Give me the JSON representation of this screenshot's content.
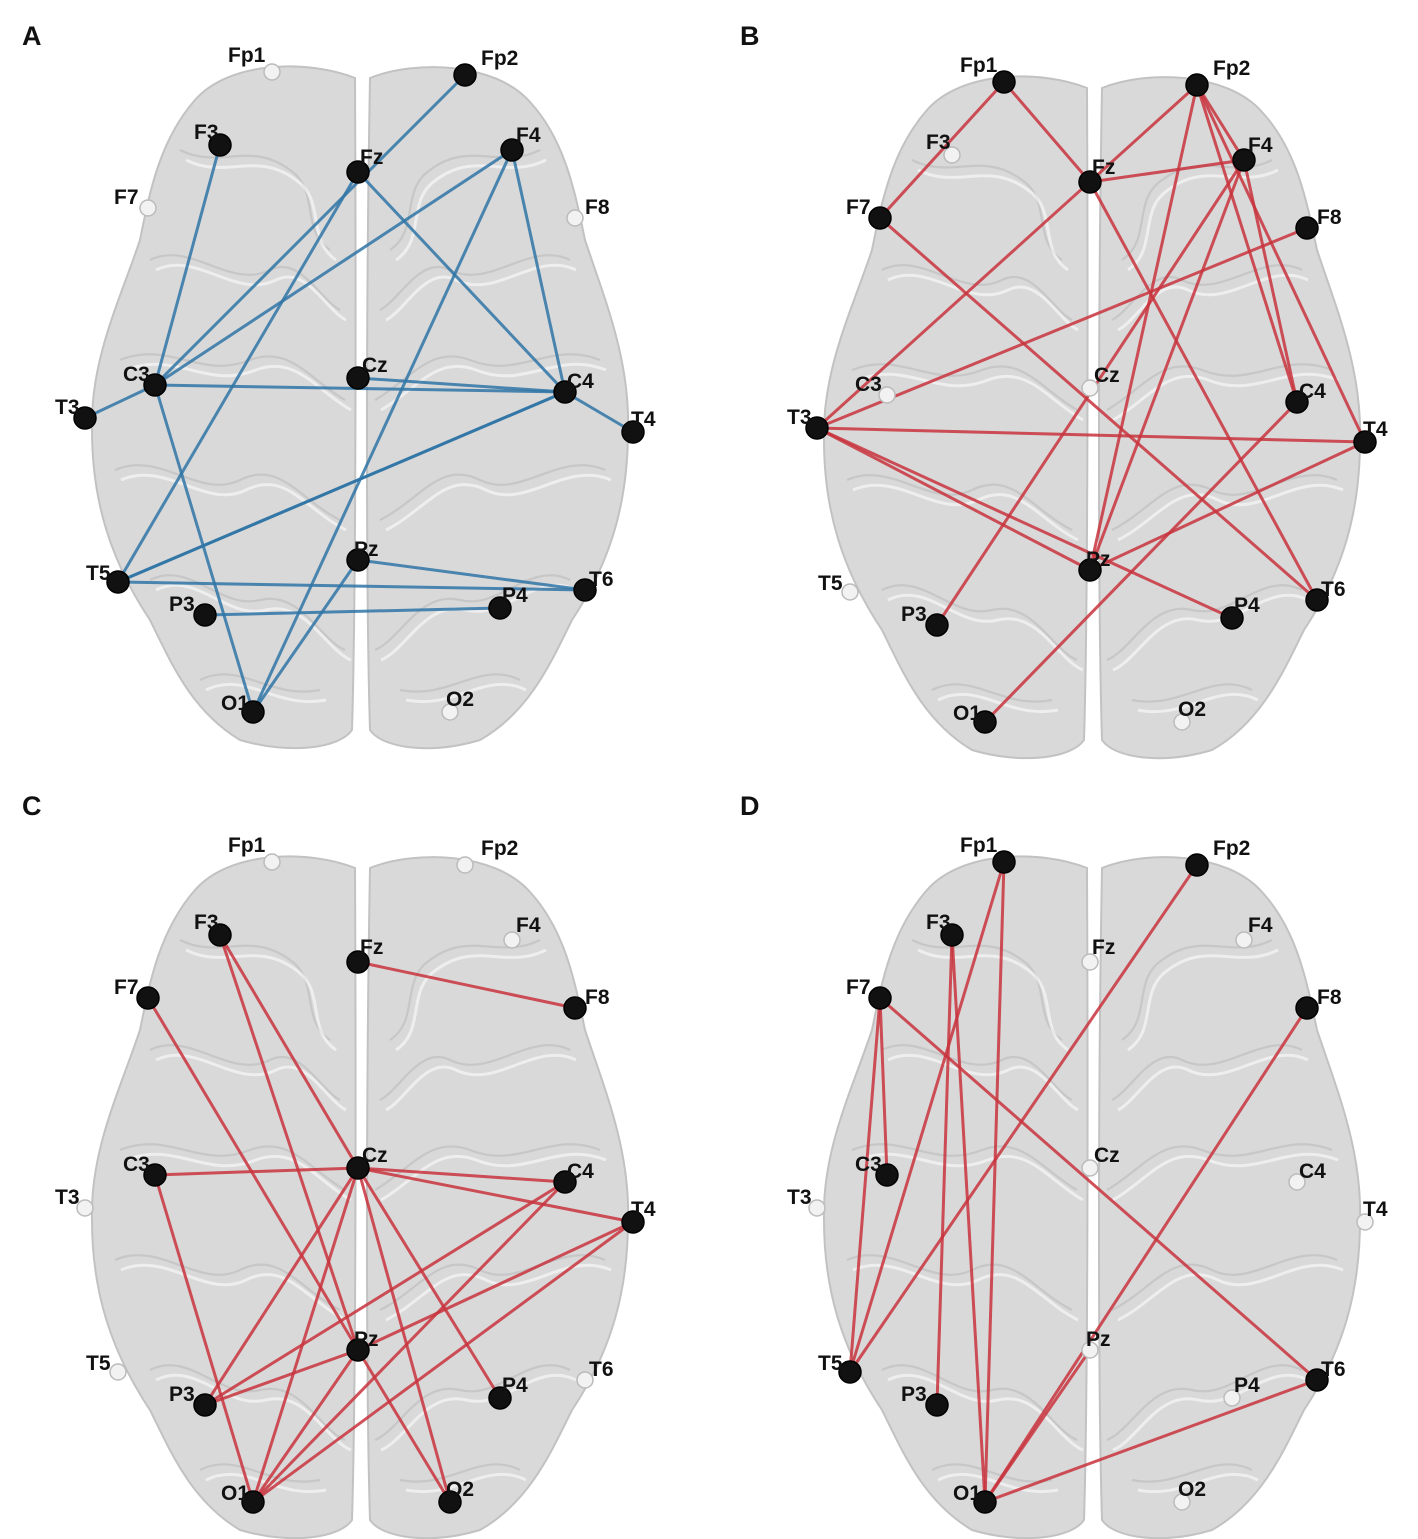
{
  "colors": {
    "blue_edge": "#2f74a6",
    "red_edge": "#c8323c",
    "active_node": "#111111",
    "inactive_node": "#f2f2f2"
  },
  "panels": [
    {
      "letter": "A",
      "edge_color": "blue",
      "active": [
        "Fp2",
        "F3",
        "Fz",
        "F4",
        "C3",
        "Cz",
        "C4",
        "T3",
        "T4",
        "T5",
        "Pz",
        "T6",
        "P3",
        "P4",
        "O1"
      ],
      "edges": [
        [
          "Fp2",
          "C3"
        ],
        [
          "F3",
          "C3"
        ],
        [
          "Fz",
          "C4"
        ],
        [
          "Fz",
          "T5"
        ],
        [
          "F4",
          "C3"
        ],
        [
          "F4",
          "C4"
        ],
        [
          "F4",
          "O1"
        ],
        [
          "T3",
          "C3"
        ],
        [
          "C3",
          "C4"
        ],
        [
          "C3",
          "O1"
        ],
        [
          "C4",
          "T4"
        ],
        [
          "C4",
          "T5"
        ],
        [
          "T5",
          "C4"
        ],
        [
          "T5",
          "T6"
        ],
        [
          "P3",
          "P4"
        ],
        [
          "Pz",
          "O1"
        ],
        [
          "Pz",
          "T6"
        ],
        [
          "Cz",
          "C4"
        ]
      ]
    },
    {
      "letter": "B",
      "edge_color": "red",
      "active": [
        "Fp1",
        "Fp2",
        "Fz",
        "F4",
        "F7",
        "F8",
        "C4",
        "T3",
        "T4",
        "Pz",
        "P3",
        "P4",
        "T6",
        "O1"
      ],
      "edges": [
        [
          "Fp1",
          "F7"
        ],
        [
          "Fp1",
          "Fz"
        ],
        [
          "Fz",
          "F4"
        ],
        [
          "Fp2",
          "F4"
        ],
        [
          "Fp2",
          "C4"
        ],
        [
          "Fp2",
          "T4"
        ],
        [
          "Fp2",
          "Pz"
        ],
        [
          "Fp2",
          "T3"
        ],
        [
          "F4",
          "C4"
        ],
        [
          "F4",
          "P3"
        ],
        [
          "F4",
          "Pz"
        ],
        [
          "F7",
          "T6"
        ],
        [
          "F8",
          "T3"
        ],
        [
          "T3",
          "T4"
        ],
        [
          "T3",
          "Pz"
        ],
        [
          "T3",
          "P4"
        ],
        [
          "T4",
          "Pz"
        ],
        [
          "C4",
          "O1"
        ],
        [
          "Fz",
          "T6"
        ]
      ]
    },
    {
      "letter": "C",
      "edge_color": "red",
      "active": [
        "F3",
        "Fz",
        "F7",
        "F8",
        "C3",
        "Cz",
        "C4",
        "T4",
        "Pz",
        "P3",
        "P4",
        "O1",
        "O2"
      ],
      "edges": [
        [
          "Fz",
          "F8"
        ],
        [
          "F3",
          "Cz"
        ],
        [
          "F3",
          "Pz"
        ],
        [
          "F7",
          "Pz"
        ],
        [
          "C3",
          "Cz"
        ],
        [
          "C3",
          "O1"
        ],
        [
          "Cz",
          "C4"
        ],
        [
          "Cz",
          "T4"
        ],
        [
          "Cz",
          "P4"
        ],
        [
          "Cz",
          "O1"
        ],
        [
          "Cz",
          "P3"
        ],
        [
          "Cz",
          "O2"
        ],
        [
          "C4",
          "P3"
        ],
        [
          "C4",
          "O1"
        ],
        [
          "T4",
          "Pz"
        ],
        [
          "T4",
          "O1"
        ],
        [
          "Pz",
          "O1"
        ],
        [
          "Pz",
          "P3"
        ],
        [
          "Pz",
          "O2"
        ]
      ]
    },
    {
      "letter": "D",
      "edge_color": "red",
      "active": [
        "Fp1",
        "Fp2",
        "F3",
        "F7",
        "F8",
        "C3",
        "T5",
        "P3",
        "T6",
        "O1"
      ],
      "edges": [
        [
          "Fp1",
          "O1"
        ],
        [
          "Fp1",
          "T5"
        ],
        [
          "Fp2",
          "T5"
        ],
        [
          "F3",
          "P3"
        ],
        [
          "F3",
          "O1"
        ],
        [
          "F7",
          "C3"
        ],
        [
          "F7",
          "T5"
        ],
        [
          "F7",
          "T6"
        ],
        [
          "F8",
          "O1"
        ],
        [
          "T6",
          "O1"
        ],
        [
          "Pz",
          "O1"
        ]
      ]
    }
  ],
  "electrode_labels": [
    "Fp1",
    "Fp2",
    "F3",
    "Fz",
    "F4",
    "F7",
    "F8",
    "C3",
    "Cz",
    "C4",
    "T3",
    "T4",
    "T5",
    "Pz",
    "T6",
    "P3",
    "P4",
    "O1",
    "O2"
  ]
}
